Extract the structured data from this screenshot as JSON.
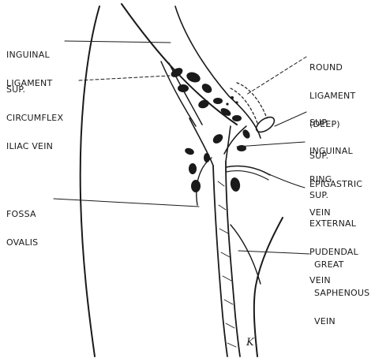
{
  "labels": {
    "inguinal_ligament": [
      "INGUINAL",
      "LIGAMENT"
    ],
    "sup_circumflex_iliac_vein": [
      "SUP.",
      "CIRCUMFLEX",
      "ILIAC VEIN"
    ],
    "fossa_ovalis": [
      "FOSSA",
      "OVALIS"
    ],
    "round_ligament": [
      "ROUND",
      "LIGAMENT",
      "(DEEP)"
    ],
    "sup_inguinal_ring": [
      "SUP.",
      "INGUINAL",
      "RING"
    ],
    "sup_epigastric_vein": [
      "SUP.",
      "EPIGASTRIC",
      "VEIN"
    ],
    "sup_external_pudendal_vein": [
      "SUP.",
      "EXTERNAL",
      "PUDENDAL",
      "VEIN"
    ],
    "great_saphenous_vein": [
      "GREAT",
      "SAPHENOUS",
      "VEIN"
    ]
  },
  "signature": "K",
  "colors": {
    "ink": "#1a1a1a",
    "paper": "#ffffff"
  }
}
